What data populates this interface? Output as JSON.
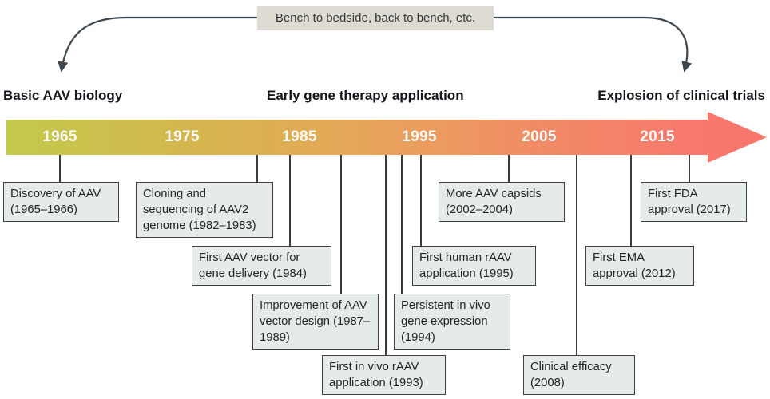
{
  "banner": {
    "label": "Bench to bedside, back to bench, etc."
  },
  "sections": {
    "left": "Basic AAV biology",
    "center": "Early gene therapy application",
    "right": "Explosion of clinical trials"
  },
  "timeline": {
    "years": [
      "1965",
      "1975",
      "1985",
      "1995",
      "2005",
      "2015"
    ],
    "colors": {
      "gradient_start": "#c3ca4c",
      "gradient_mid": "#ec9a5f",
      "gradient_end": "#f8766c",
      "year_text": "#ffffff"
    }
  },
  "events": [
    {
      "label": "Discovery of AAV (1965–1966)"
    },
    {
      "label": "Cloning and sequencing of AAV2 genome (1982–1983)"
    },
    {
      "label": "First AAV vector for gene delivery (1984)"
    },
    {
      "label": "Improvement of AAV vector design (1987–1989)"
    },
    {
      "label": "First in vivo rAAV application (1993)"
    },
    {
      "label": "Persistent in vivo gene expression (1994)"
    },
    {
      "label": "First human rAAV application (1995)"
    },
    {
      "label": "More AAV capsids (2002–2004)"
    },
    {
      "label": "Clinical efficacy (2008)"
    },
    {
      "label": "First EMA approval (2012)"
    },
    {
      "label": "First FDA approval (2017)"
    }
  ],
  "colors": {
    "event_box_fill": "#e5eaea",
    "event_box_border": "#404040",
    "connector_line": "#3b3b3b",
    "curve_arrow": "#3e474f",
    "banner_fill": "#dedbd2"
  }
}
